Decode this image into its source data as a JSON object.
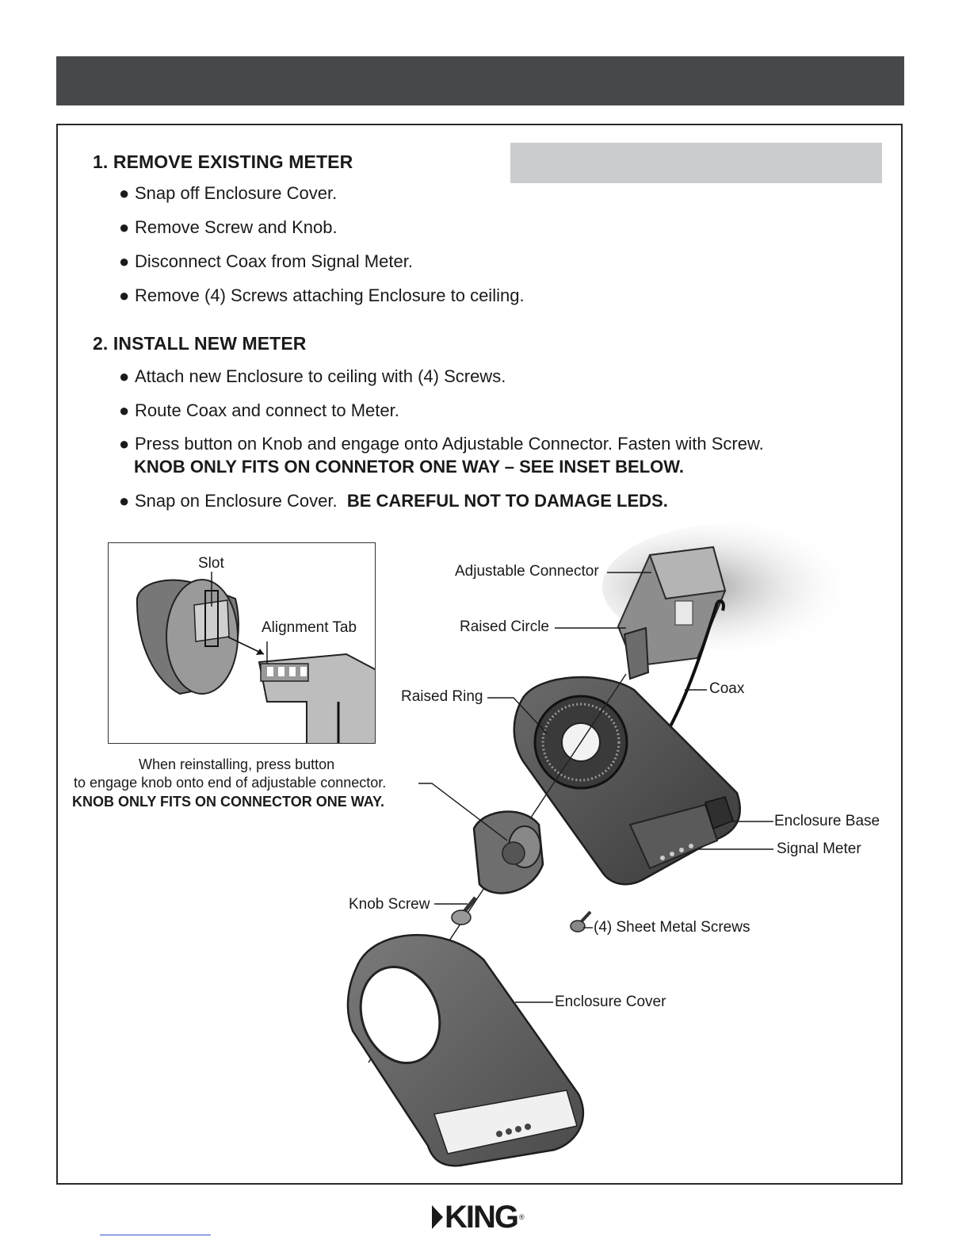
{
  "steps": [
    {
      "title": "1.  REMOVE EXISTING METER",
      "bullets": [
        "Snap off Enclosure Cover.",
        "Remove Screw and Knob.",
        "Disconnect Coax from Signal Meter.",
        "Remove (4) Screws attaching Enclosure to ceiling."
      ]
    },
    {
      "title": "2.  INSTALL NEW METER",
      "bullets": [
        "Attach new Enclosure to ceiling with (4) Screws.",
        "Route Coax and connect to Meter.",
        "Press button on Knob and engage onto Adjustable Connector.  Fasten with Screw."
      ],
      "warning": "KNOB ONLY FITS ON CONNETOR ONE WAY – SEE INSET BELOW.",
      "last_bullet": "Snap on Enclosure Cover.",
      "last_bullet_bold": "BE CAREFUL NOT TO DAMAGE LEDS."
    }
  ],
  "bullet_char": "●",
  "inset": {
    "slot_label": "Slot",
    "tab_label": "Alignment Tab"
  },
  "caption": {
    "line1": "When reinstalling, press button",
    "line2": "to engage knob onto end of adjustable connector.",
    "line3": "KNOB ONLY FITS ON CONNECTOR ONE WAY."
  },
  "callouts": {
    "adjustable_connector": "Adjustable Connector",
    "raised_circle": "Raised Circle",
    "coax": "Coax",
    "raised_ring": "Raised Ring",
    "enclosure_base": "Enclosure Base",
    "signal_meter": "Signal Meter",
    "knob_screw": "Knob Screw",
    "sheet_metal_screws": "(4) Sheet Metal Screws",
    "enclosure_cover": "Enclosure Cover"
  },
  "brand": {
    "name": "KING",
    "reg": "®"
  },
  "colors": {
    "header": "#47484a",
    "gray_box": "#cbcccd"
  }
}
